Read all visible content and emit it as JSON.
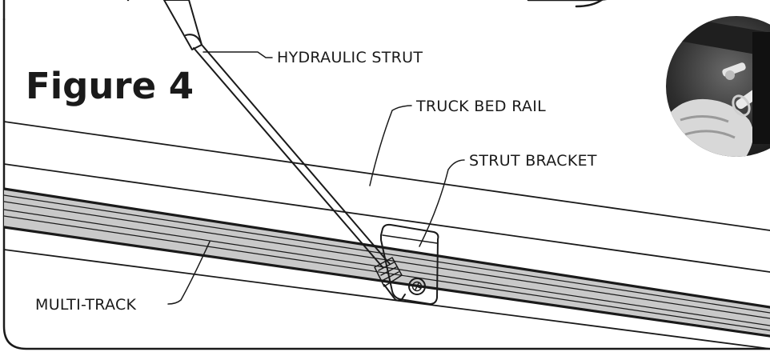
{
  "figure": {
    "title": "Figure 4"
  },
  "callouts": {
    "hydraulic_strut": "HYDRAULIC STRUT",
    "truck_bed_rail": "TRUCK BED RAIL",
    "strut_bracket": "STRUT BRACKET",
    "multi_track": "MULTI-TRACK"
  },
  "colors": {
    "line": "#1a1a1a",
    "track_fill": "#c9c9c9",
    "inset_dark": "#2a2a2a"
  }
}
